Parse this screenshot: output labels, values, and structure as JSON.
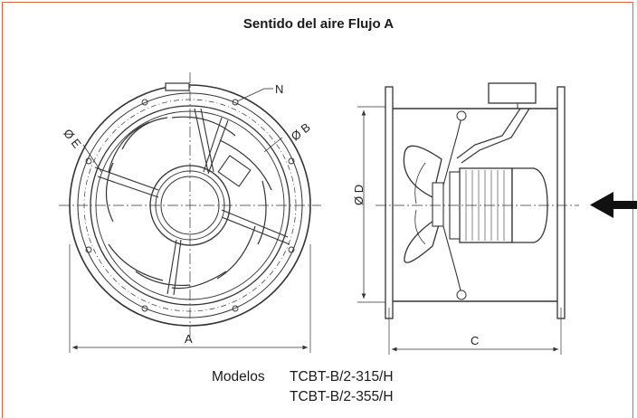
{
  "title": "Sentido del aire Flujo A",
  "dimensions": {
    "a": "A",
    "b": "Ø B",
    "c": "C",
    "d": "Ø D",
    "e": "Ø E",
    "n": "N"
  },
  "models": {
    "label": "Modelos",
    "items": [
      "TCBT-B/2-315/H",
      "TCBT-B/2-355/H"
    ]
  },
  "colors": {
    "frame": "#d9673f",
    "lines": "#333333"
  },
  "icons": {
    "airflow": "arrow-left-icon"
  }
}
